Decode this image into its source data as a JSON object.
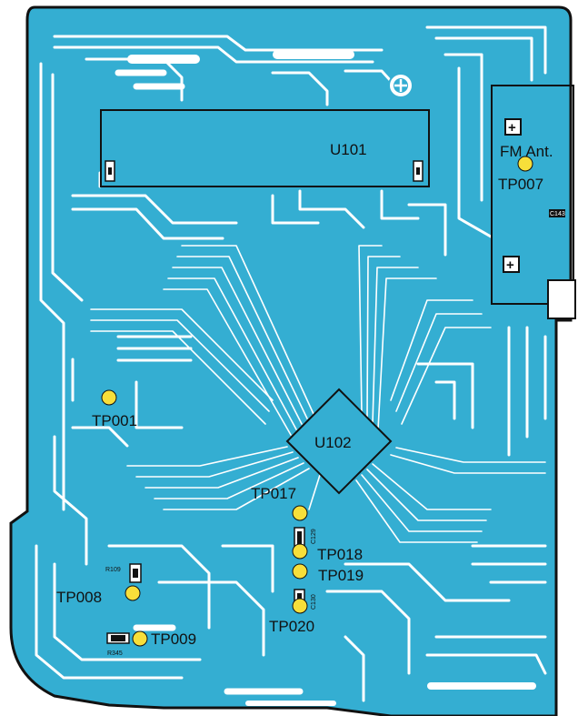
{
  "colors": {
    "board_fill": "#34aed2",
    "board_outline": "#111111",
    "trace": "#ffffff",
    "test_point": "#f7df3a",
    "component_outline": "#111111"
  },
  "components": {
    "u101": "U101",
    "u102": "U102",
    "fm_ant": "FM Ant."
  },
  "test_points": {
    "tp001": "TP001",
    "tp007": "TP007",
    "tp008": "TP008",
    "tp009": "TP009",
    "tp017": "TP017",
    "tp018": "TP018",
    "tp019": "TP019",
    "tp020": "TP020"
  },
  "small_parts": {
    "r109": "R109",
    "r345": "R345",
    "c129": "C129",
    "c130": "C130",
    "c143": "C143"
  },
  "symbols": {
    "plus": "+",
    "mount_hole": "⊕"
  }
}
